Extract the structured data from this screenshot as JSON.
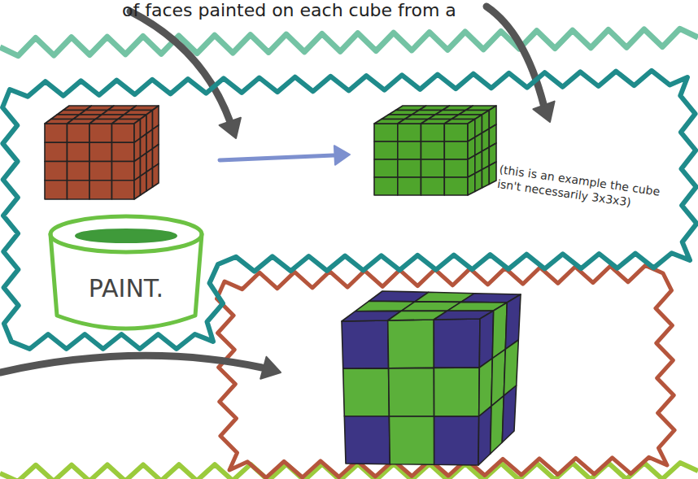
{
  "diagram": {
    "nodes": [
      {
        "text": [
          "(this is an example the cube isn't necessarily 3x3x3)"
        ]
      },
      {
        "text": [
          "PAINT."
        ],
        "in": 0
      }
    ],
    "labels": [
      "of faces painted on each cube from a"
    ]
  }
}
